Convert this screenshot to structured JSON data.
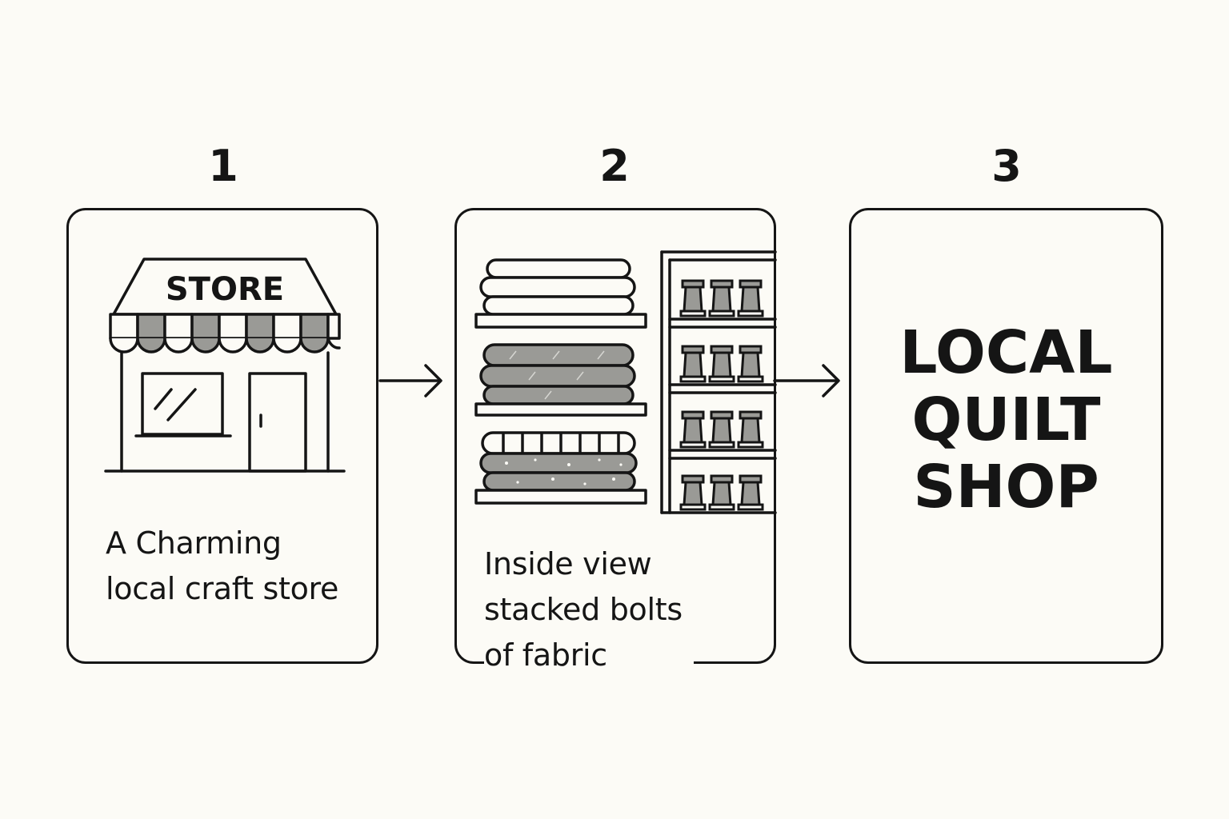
{
  "steps": [
    {
      "number": "1",
      "sign_text": "STORE",
      "caption_lines": [
        "A Charming",
        "local craft store"
      ],
      "icons": [
        "storefront-icon"
      ]
    },
    {
      "number": "2",
      "caption_lines": [
        "Inside view",
        "stacked bolts",
        "of fabric"
      ],
      "icons": [
        "fabric-bolts-icon",
        "thread-spool-shelf-icon"
      ]
    },
    {
      "number": "3",
      "headline_lines": [
        "LOCAL",
        "QUILT",
        "SHOP"
      ]
    }
  ],
  "colors": {
    "background": "#fcfbf6",
    "ink": "#151515",
    "fill_gray": "#9a9a96"
  }
}
